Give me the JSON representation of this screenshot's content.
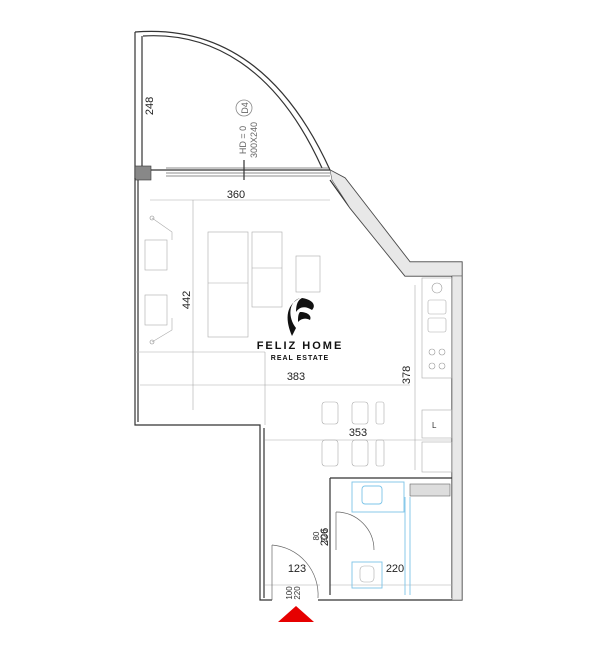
{
  "dimensions": {
    "balcony_depth": "248",
    "door_label": "D4",
    "door_height": "HD = 0",
    "door_size": "300X240",
    "living_width": "360",
    "living_depth": "442",
    "room_mid_width": "383",
    "kitchen_depth": "378",
    "dining_width": "353",
    "bath_door_1": "80",
    "bath_door_2": "220",
    "bath_depth": "206",
    "entry_width": "123",
    "bath_width": "220",
    "entry_door_1": "100",
    "entry_door_2": "220"
  },
  "logo": {
    "name": "FELIZ HOME",
    "subtitle": "REAL ESTATE"
  },
  "colors": {
    "wall": "#333333",
    "bathroom_lines": "#7cc4e8",
    "entrance_marker": "#e60000"
  }
}
